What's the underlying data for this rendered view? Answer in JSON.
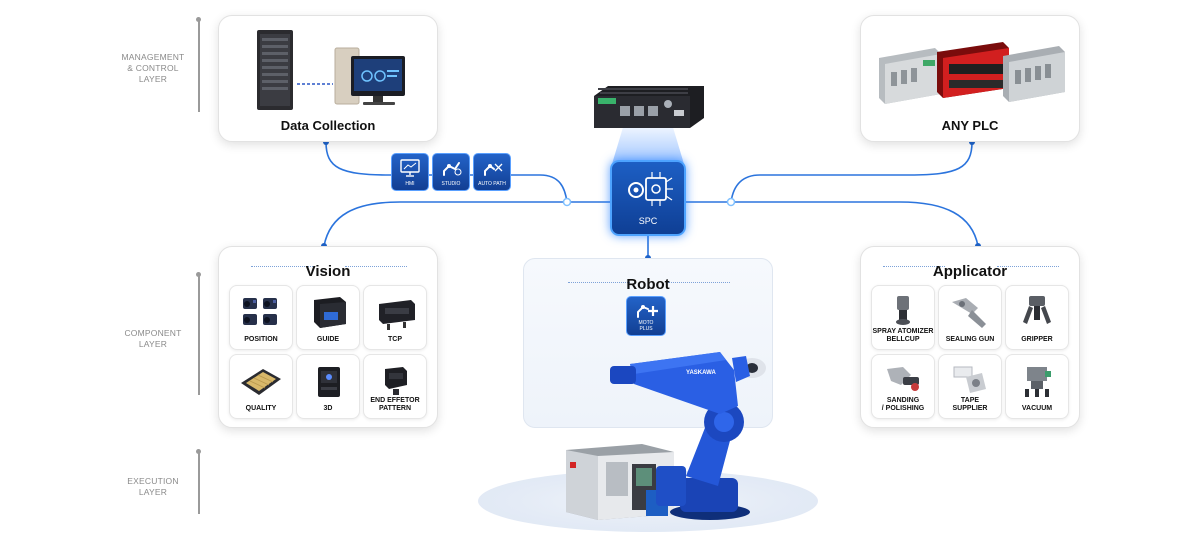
{
  "layers": {
    "management": [
      "MANAGEMENT",
      "& CONTROL",
      "LAYER"
    ],
    "component": [
      "COMPONENT",
      "LAYER"
    ],
    "execution": [
      "EXECUTION",
      "LAYER"
    ]
  },
  "cards": {
    "data_collection": "Data Collection",
    "any_plc": "ANY PLC"
  },
  "software": {
    "hmi": "HMI",
    "studio": "STUDIO",
    "auto_path": "AUTO PATH",
    "spc": "SPC",
    "moto_plus": [
      "MOTO",
      "PLUS"
    ]
  },
  "vision": {
    "title": "Vision",
    "tiles": [
      {
        "label": [
          "POSITION"
        ]
      },
      {
        "label": [
          "GUIDE"
        ]
      },
      {
        "label": [
          "TCP"
        ]
      },
      {
        "label": [
          "QUALITY"
        ]
      },
      {
        "label": [
          "3D"
        ]
      },
      {
        "label": [
          "END EFFETOR",
          "PATTERN"
        ]
      }
    ]
  },
  "robot": {
    "title": "Robot",
    "brand": "YASKAWA"
  },
  "applicator": {
    "title": "Applicator",
    "tiles": [
      {
        "label": [
          "SPRAY ATOMIZER",
          "BELLCUP"
        ]
      },
      {
        "label": [
          "SEALING GUN"
        ]
      },
      {
        "label": [
          "GRIPPER"
        ]
      },
      {
        "label": [
          "SANDING",
          "/ POLISHING"
        ]
      },
      {
        "label": [
          "TAPE",
          "SUPPLIER"
        ]
      },
      {
        "label": [
          "VACUUM"
        ]
      }
    ]
  },
  "colors": {
    "accent": "#1565d8",
    "line": "#2b74dd",
    "chip": "#1a4fad"
  }
}
